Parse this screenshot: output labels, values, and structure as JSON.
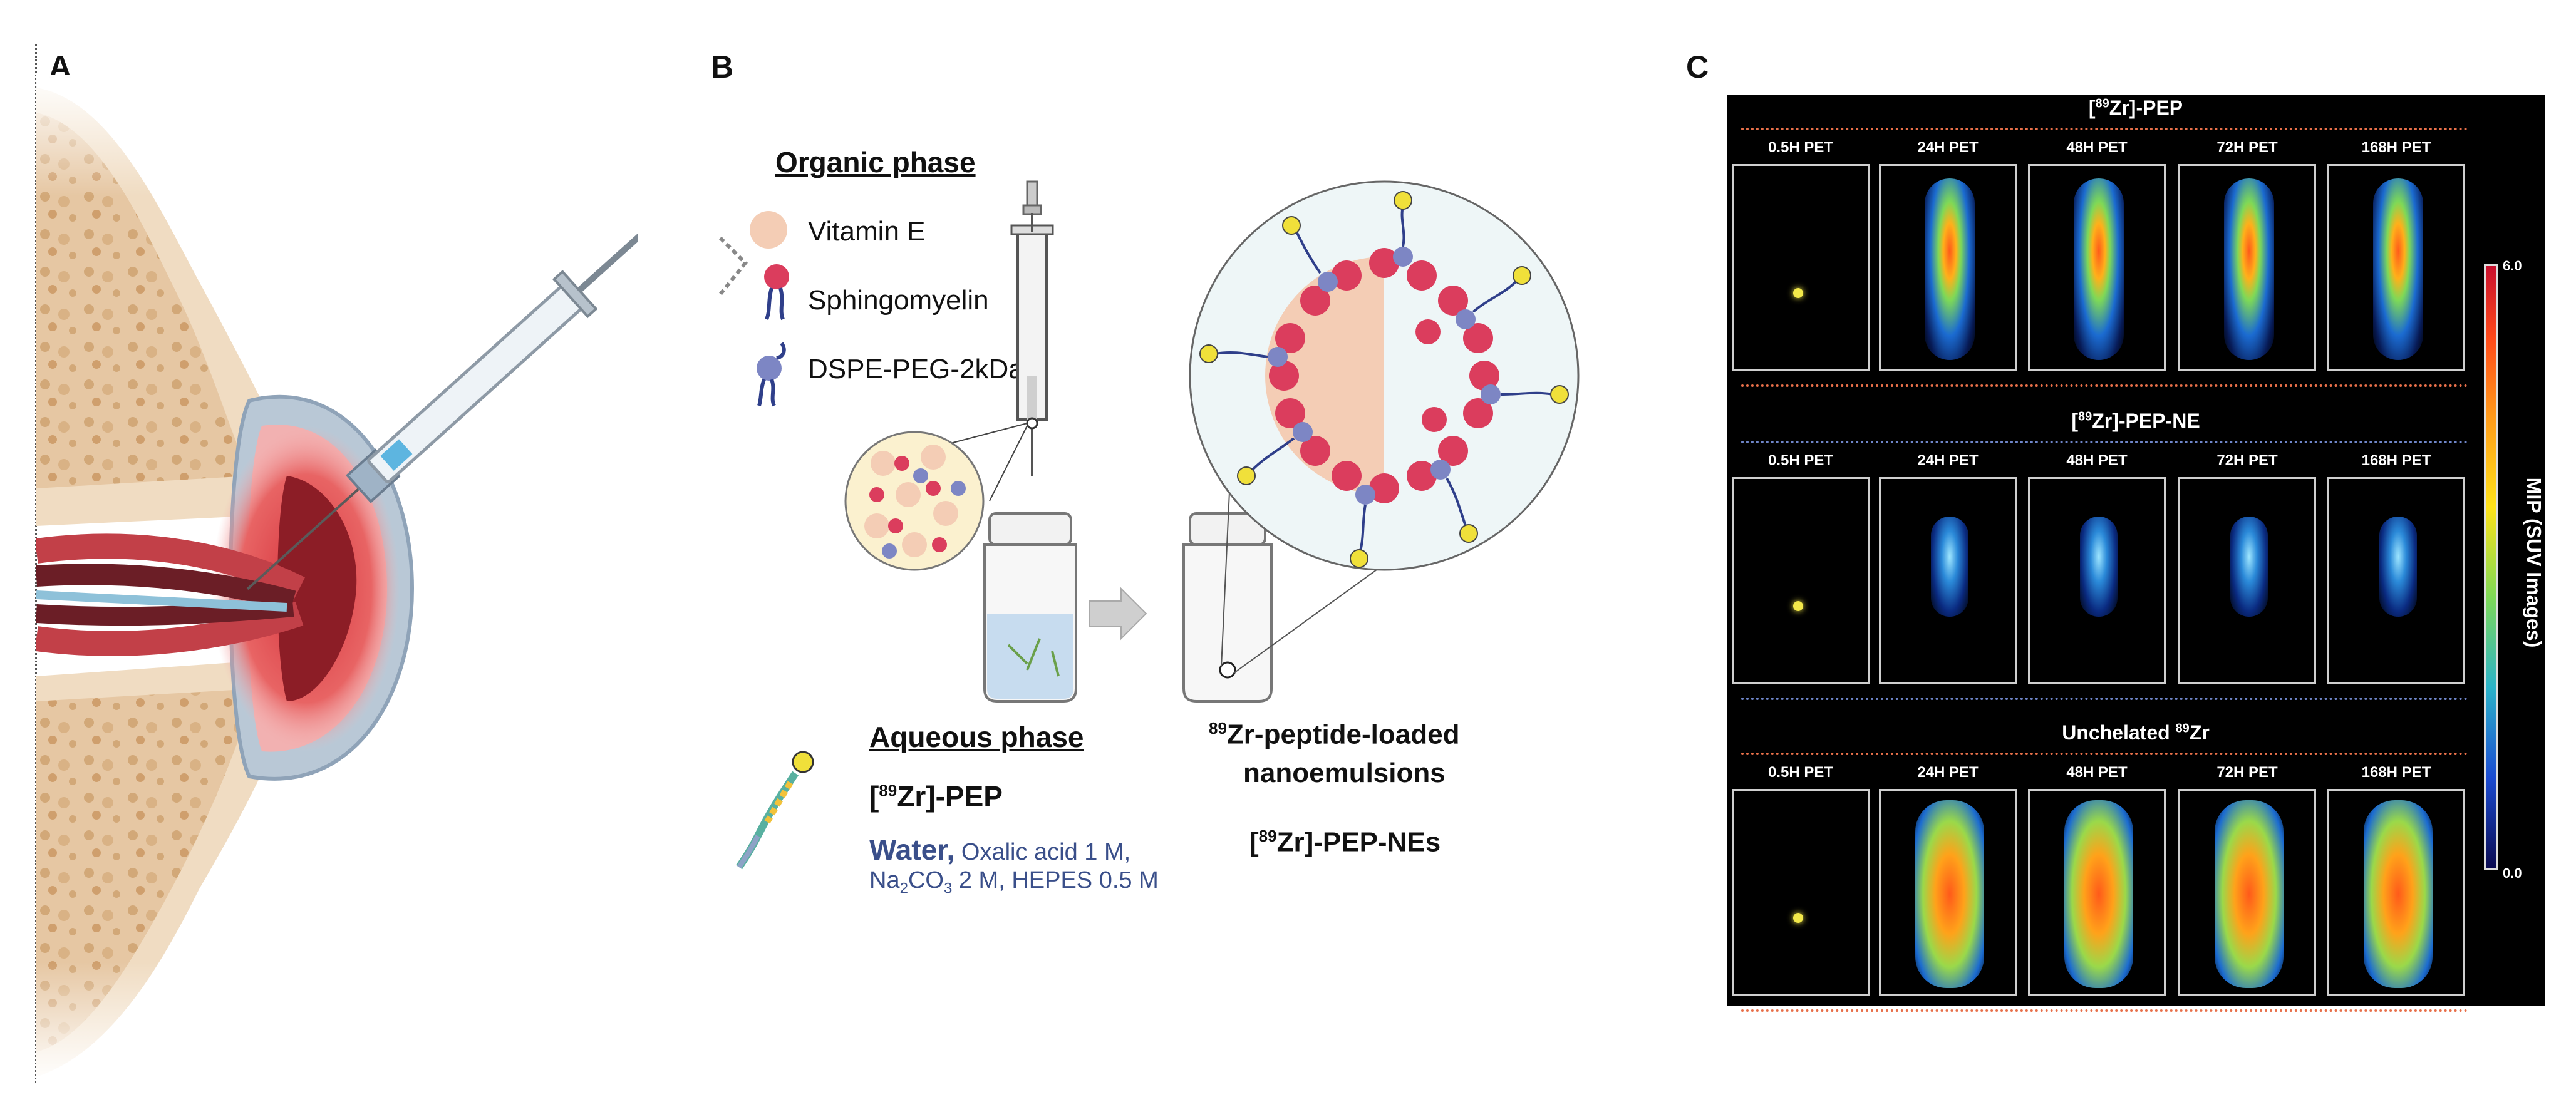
{
  "panels": {
    "a": "A",
    "b": "B",
    "c": "C"
  },
  "panel_b": {
    "organic_heading": "Organic phase",
    "legend": [
      "Vitamin E",
      "Sphingomyelin",
      "DSPE-PEG-2kDa"
    ],
    "aqueous_heading": "Aqueous phase",
    "pep_label_pre": "[",
    "pep_sup": "89",
    "pep_label_post": "Zr]-PEP",
    "water_word": "Water,",
    "water_rest": "Oxalic acid 1 M,",
    "na_line_1": "Na",
    "na_sub_2": "2",
    "na_line_2": "CO",
    "na_sub_3": "3",
    "na_line_3": " 2 M, HEPES 0.5 M",
    "ne_sup": "89",
    "ne_line1": "Zr-peptide-loaded",
    "ne_line2": "nanoemulsions",
    "ne_code_pre": "[",
    "ne_code_sup": "89",
    "ne_code_post": "Zr]-PEP-NEs"
  },
  "panel_c": {
    "sections": [
      {
        "title_pre": "[",
        "title_sup": "89",
        "title_post": "Zr]-PEP",
        "line_color": "#e8704a",
        "timepoints": [
          "0.5H PET",
          "24H PET",
          "48H PET",
          "72H PET",
          "168H PET"
        ]
      },
      {
        "title_pre": "[",
        "title_sup": "89",
        "title_post": "Zr]-PEP-NE",
        "line_color": "#6f86c9",
        "timepoints": [
          "0.5H PET",
          "24H PET",
          "48H PET",
          "72H PET",
          "168H PET"
        ]
      },
      {
        "title_pre": "Unchelated ",
        "title_sup": "89",
        "title_post": "Zr",
        "line_color": "#e8704a",
        "timepoints": [
          "0.5H PET",
          "24H PET",
          "48H PET",
          "72H PET",
          "168H PET"
        ]
      }
    ],
    "colorbar": {
      "max": "6.0",
      "min": "0.0",
      "label": "MIP (SUV Images)"
    }
  }
}
